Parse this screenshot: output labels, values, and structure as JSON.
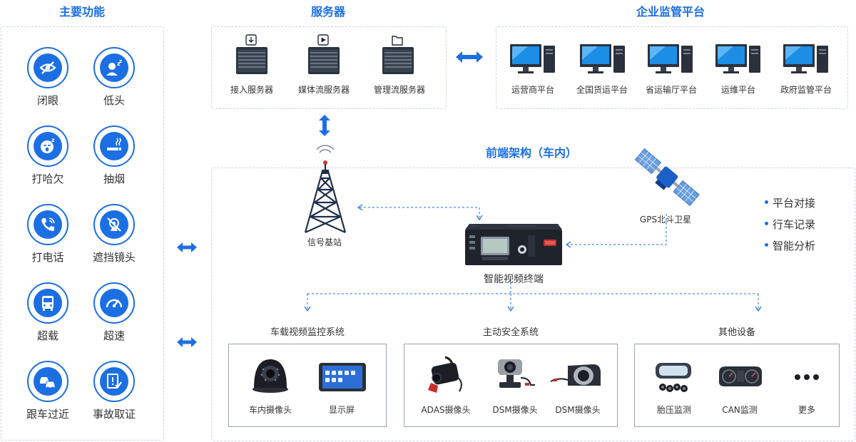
{
  "titles": {
    "features": "主要功能",
    "servers": "服务器",
    "platform": "企业监管平台",
    "frontend": "前端架构（车内）"
  },
  "features": [
    {
      "label": "闭眼",
      "icon": "eye-closed-icon"
    },
    {
      "label": "低头",
      "icon": "head-down-sleep-icon"
    },
    {
      "label": "打哈欠",
      "icon": "yawn-face-icon"
    },
    {
      "label": "抽烟",
      "icon": "cigarette-icon"
    },
    {
      "label": "打电话",
      "icon": "phone-call-icon"
    },
    {
      "label": "遮挡镜头",
      "icon": "camera-blocked-icon"
    },
    {
      "label": "超载",
      "icon": "bus-icon"
    },
    {
      "label": "超速",
      "icon": "speedometer-icon"
    },
    {
      "label": "跟车过近",
      "icon": "cars-close-icon"
    },
    {
      "label": "事故取证",
      "icon": "evidence-icon"
    }
  ],
  "servers": [
    "接入服务器",
    "媒体流服务器",
    "管理流服务器"
  ],
  "platforms": [
    "运营商平台",
    "全国货运平台",
    "省运输厅平台",
    "运维平台",
    "政府监管平台"
  ],
  "frontend": {
    "tower": "信号基站",
    "satellite": "GPS北斗卫星",
    "terminal": "智能视频终端",
    "bullets": [
      "平台对接",
      "行车记录",
      "智能分析"
    ]
  },
  "systems": [
    {
      "title": "车载视频监控系统",
      "items": [
        "车内摄像头",
        "显示屏"
      ]
    },
    {
      "title": "主动安全系统",
      "items": [
        "ADAS摄像头",
        "DSM摄像头",
        "DSM摄像头"
      ]
    },
    {
      "title": "其他设备",
      "items": [
        "胎压监测",
        "CAN监测",
        "更多"
      ]
    }
  ],
  "colors": {
    "accent": "#1c6fe3",
    "border": "#c9d6ea",
    "dark": "#1f2a3a"
  }
}
